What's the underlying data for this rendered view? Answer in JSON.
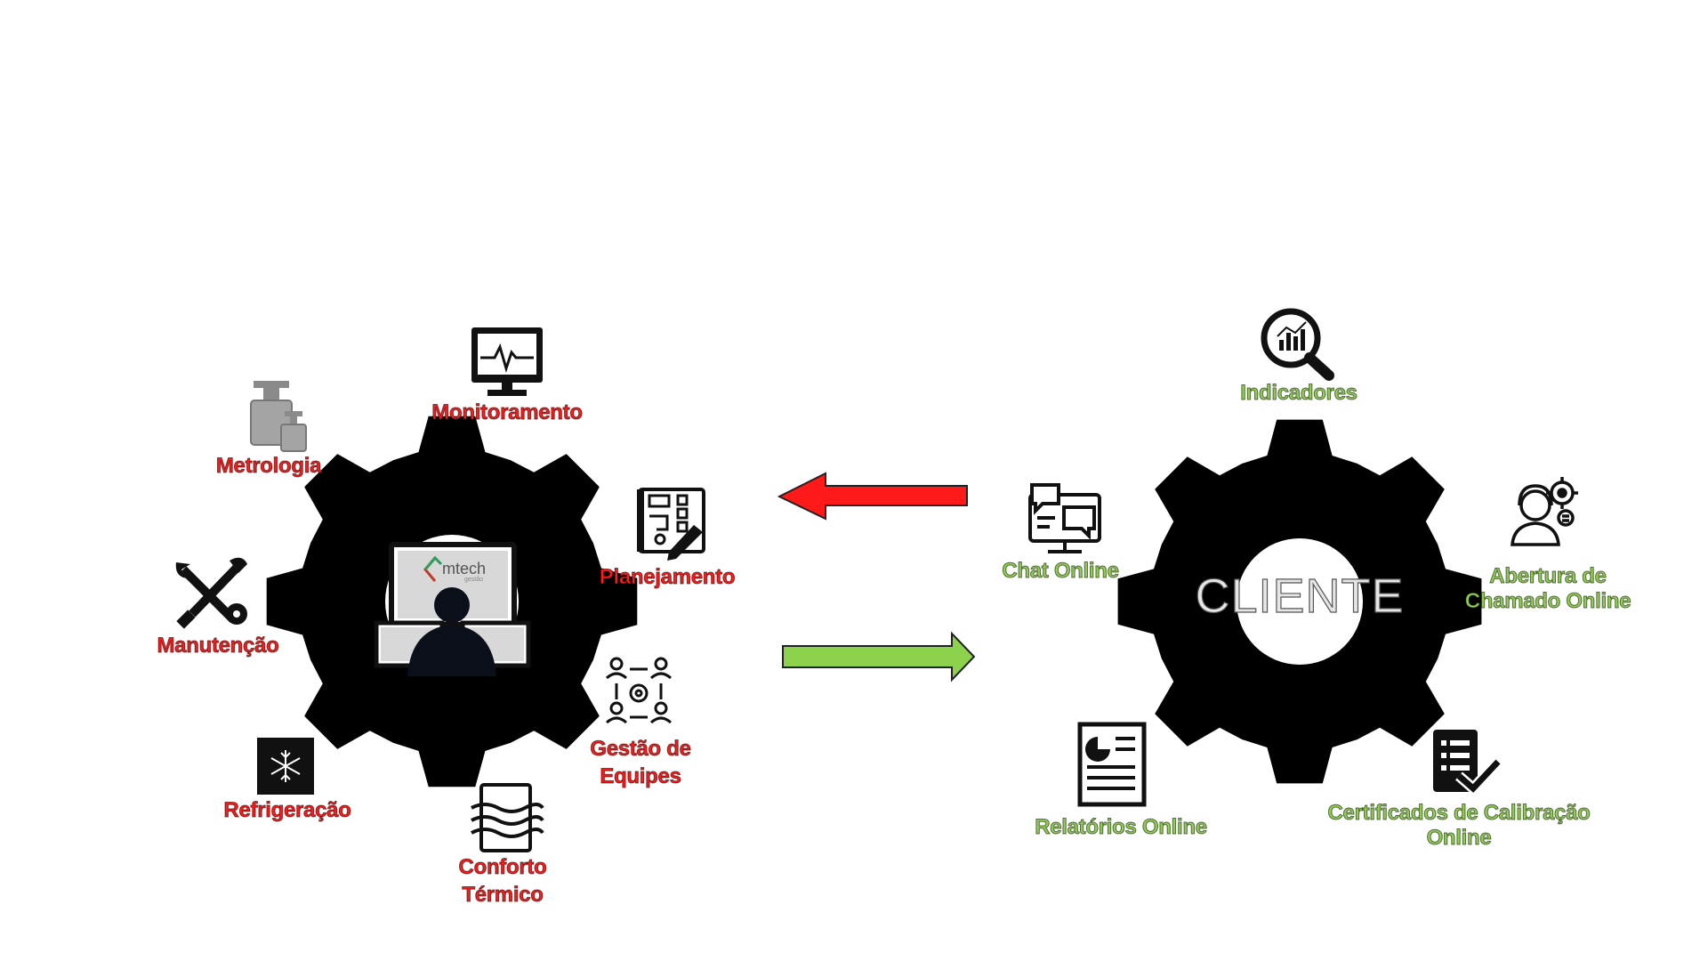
{
  "colors": {
    "left_labels": "#ff1a1a",
    "right_labels": "#8fcf4e",
    "gear": "#000000",
    "arrow_left": "#ff1a1a",
    "arrow_right": "#8dd24c"
  },
  "left_gear": {
    "logo_text": "mtech",
    "logo_sub": "gestão",
    "labels": {
      "monitoramento": "Monitoramento",
      "metrologia": "Metrologia",
      "planejamento": "Planejamento",
      "manutencao": "Manutenção",
      "gestao_line1": "Gestão de",
      "gestao_line2": "Equipes",
      "refrigeracao": "Refrigeração",
      "conforto_line1": "Conforto",
      "conforto_line2": "Térmico"
    },
    "icons": [
      "monitor-icon",
      "weights-icon",
      "blueprint-icon",
      "tools-icon",
      "team-management-icon",
      "snowflake-icon",
      "heat-icon",
      "operator-computer-icon"
    ]
  },
  "right_gear": {
    "center_text": "CLIENTE",
    "labels": {
      "indicadores": "Indicadores",
      "chat": "Chat Online",
      "abertura_line1": "Abertura de",
      "abertura_line2": "Chamado Online",
      "relatorios": "Relatórios Online",
      "certificados_line1": "Certificados de Calibração",
      "certificados_line2": "Online"
    },
    "icons": [
      "analytics-search-icon",
      "chat-computer-icon",
      "support-agent-icon",
      "report-document-icon",
      "certificate-check-icon"
    ]
  }
}
